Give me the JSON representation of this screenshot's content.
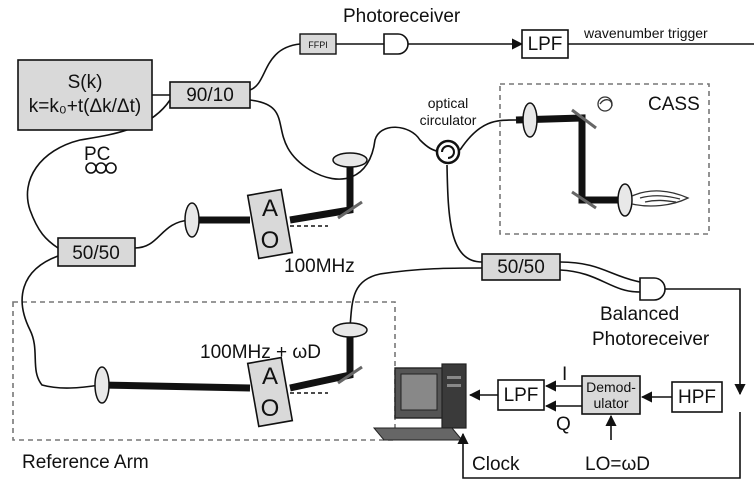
{
  "source": {
    "line1": "S(k)",
    "line2": "k=k₀+t(Δk/Δt)"
  },
  "couplers": {
    "c90_10": "90/10",
    "c50_50_left": "50/50",
    "c50_50_right": "50/50"
  },
  "labels": {
    "pc": "PC",
    "ffpi": "FFPI",
    "photoreceiver": "Photoreceiver",
    "lpf_top": "LPF",
    "wavenumber_trigger": "wavenumber trigger",
    "optical_circulator_line1": "optical",
    "optical_circulator_line2": "circulator",
    "cass": "CASS",
    "ao_a": "A",
    "ao_o": "O",
    "freq_100": "100MHz",
    "freq_100_plus": "100MHz + ωD",
    "balanced_line1": "Balanced",
    "balanced_line2": "Photoreceiver",
    "hpf": "HPF",
    "demod_line1": "Demod-",
    "demod_line2": "ulator",
    "lpf_bottom": "LPF",
    "i": "I",
    "q": "Q",
    "lo": "LO=ωD",
    "clock": "Clock",
    "reference_arm": "Reference Arm"
  },
  "colors": {
    "box_fill": "#d9d9d9",
    "line": "#111111",
    "dashed": "#777777"
  }
}
